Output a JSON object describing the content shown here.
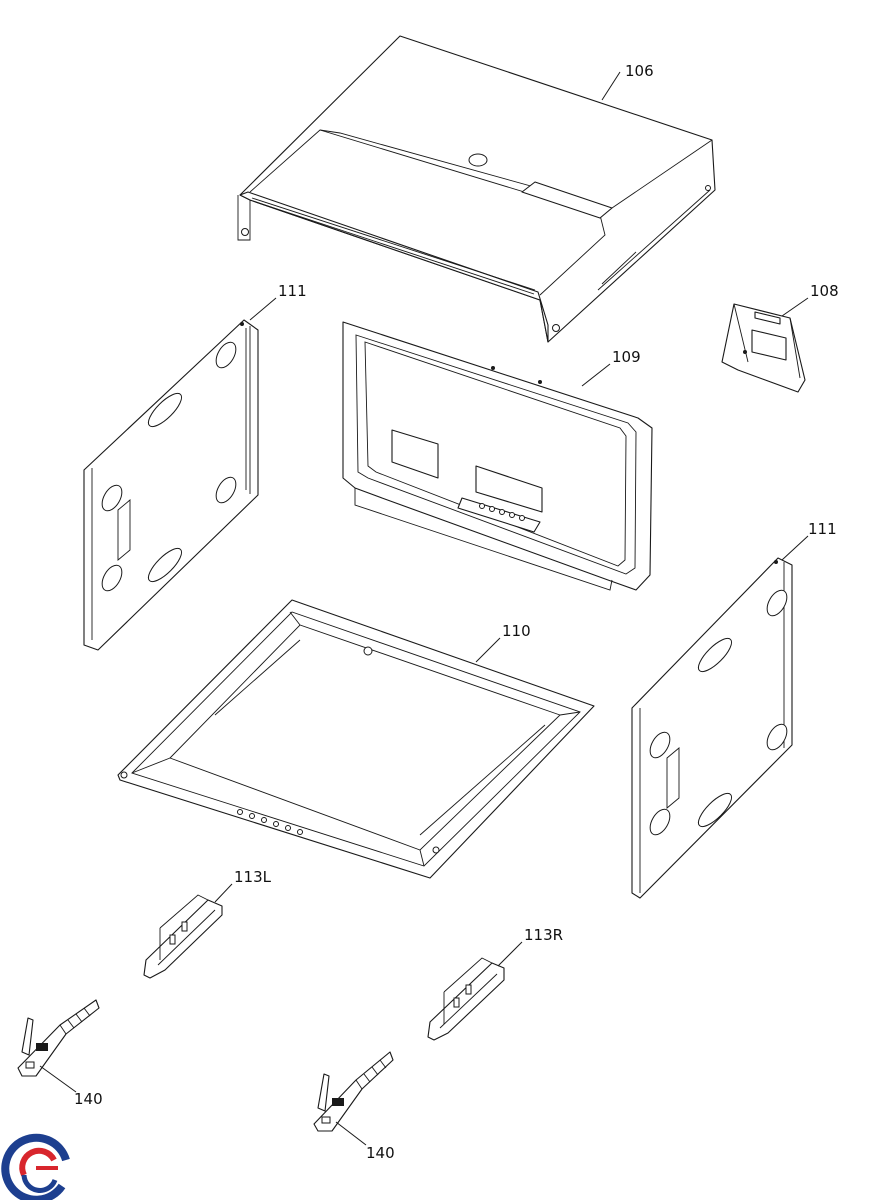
{
  "callouts": {
    "top_cover": "106",
    "bracket": "108",
    "front_frame": "109",
    "bottom_tray": "110",
    "side_panel_left": "111",
    "side_panel_right": "111",
    "runner_left": "113L",
    "runner_right": "113R",
    "hinge_left": "140",
    "hinge_right": "140"
  },
  "logo": {
    "name": "brand-logo",
    "colors": [
      "#1d3f8f",
      "#d8262d"
    ]
  }
}
